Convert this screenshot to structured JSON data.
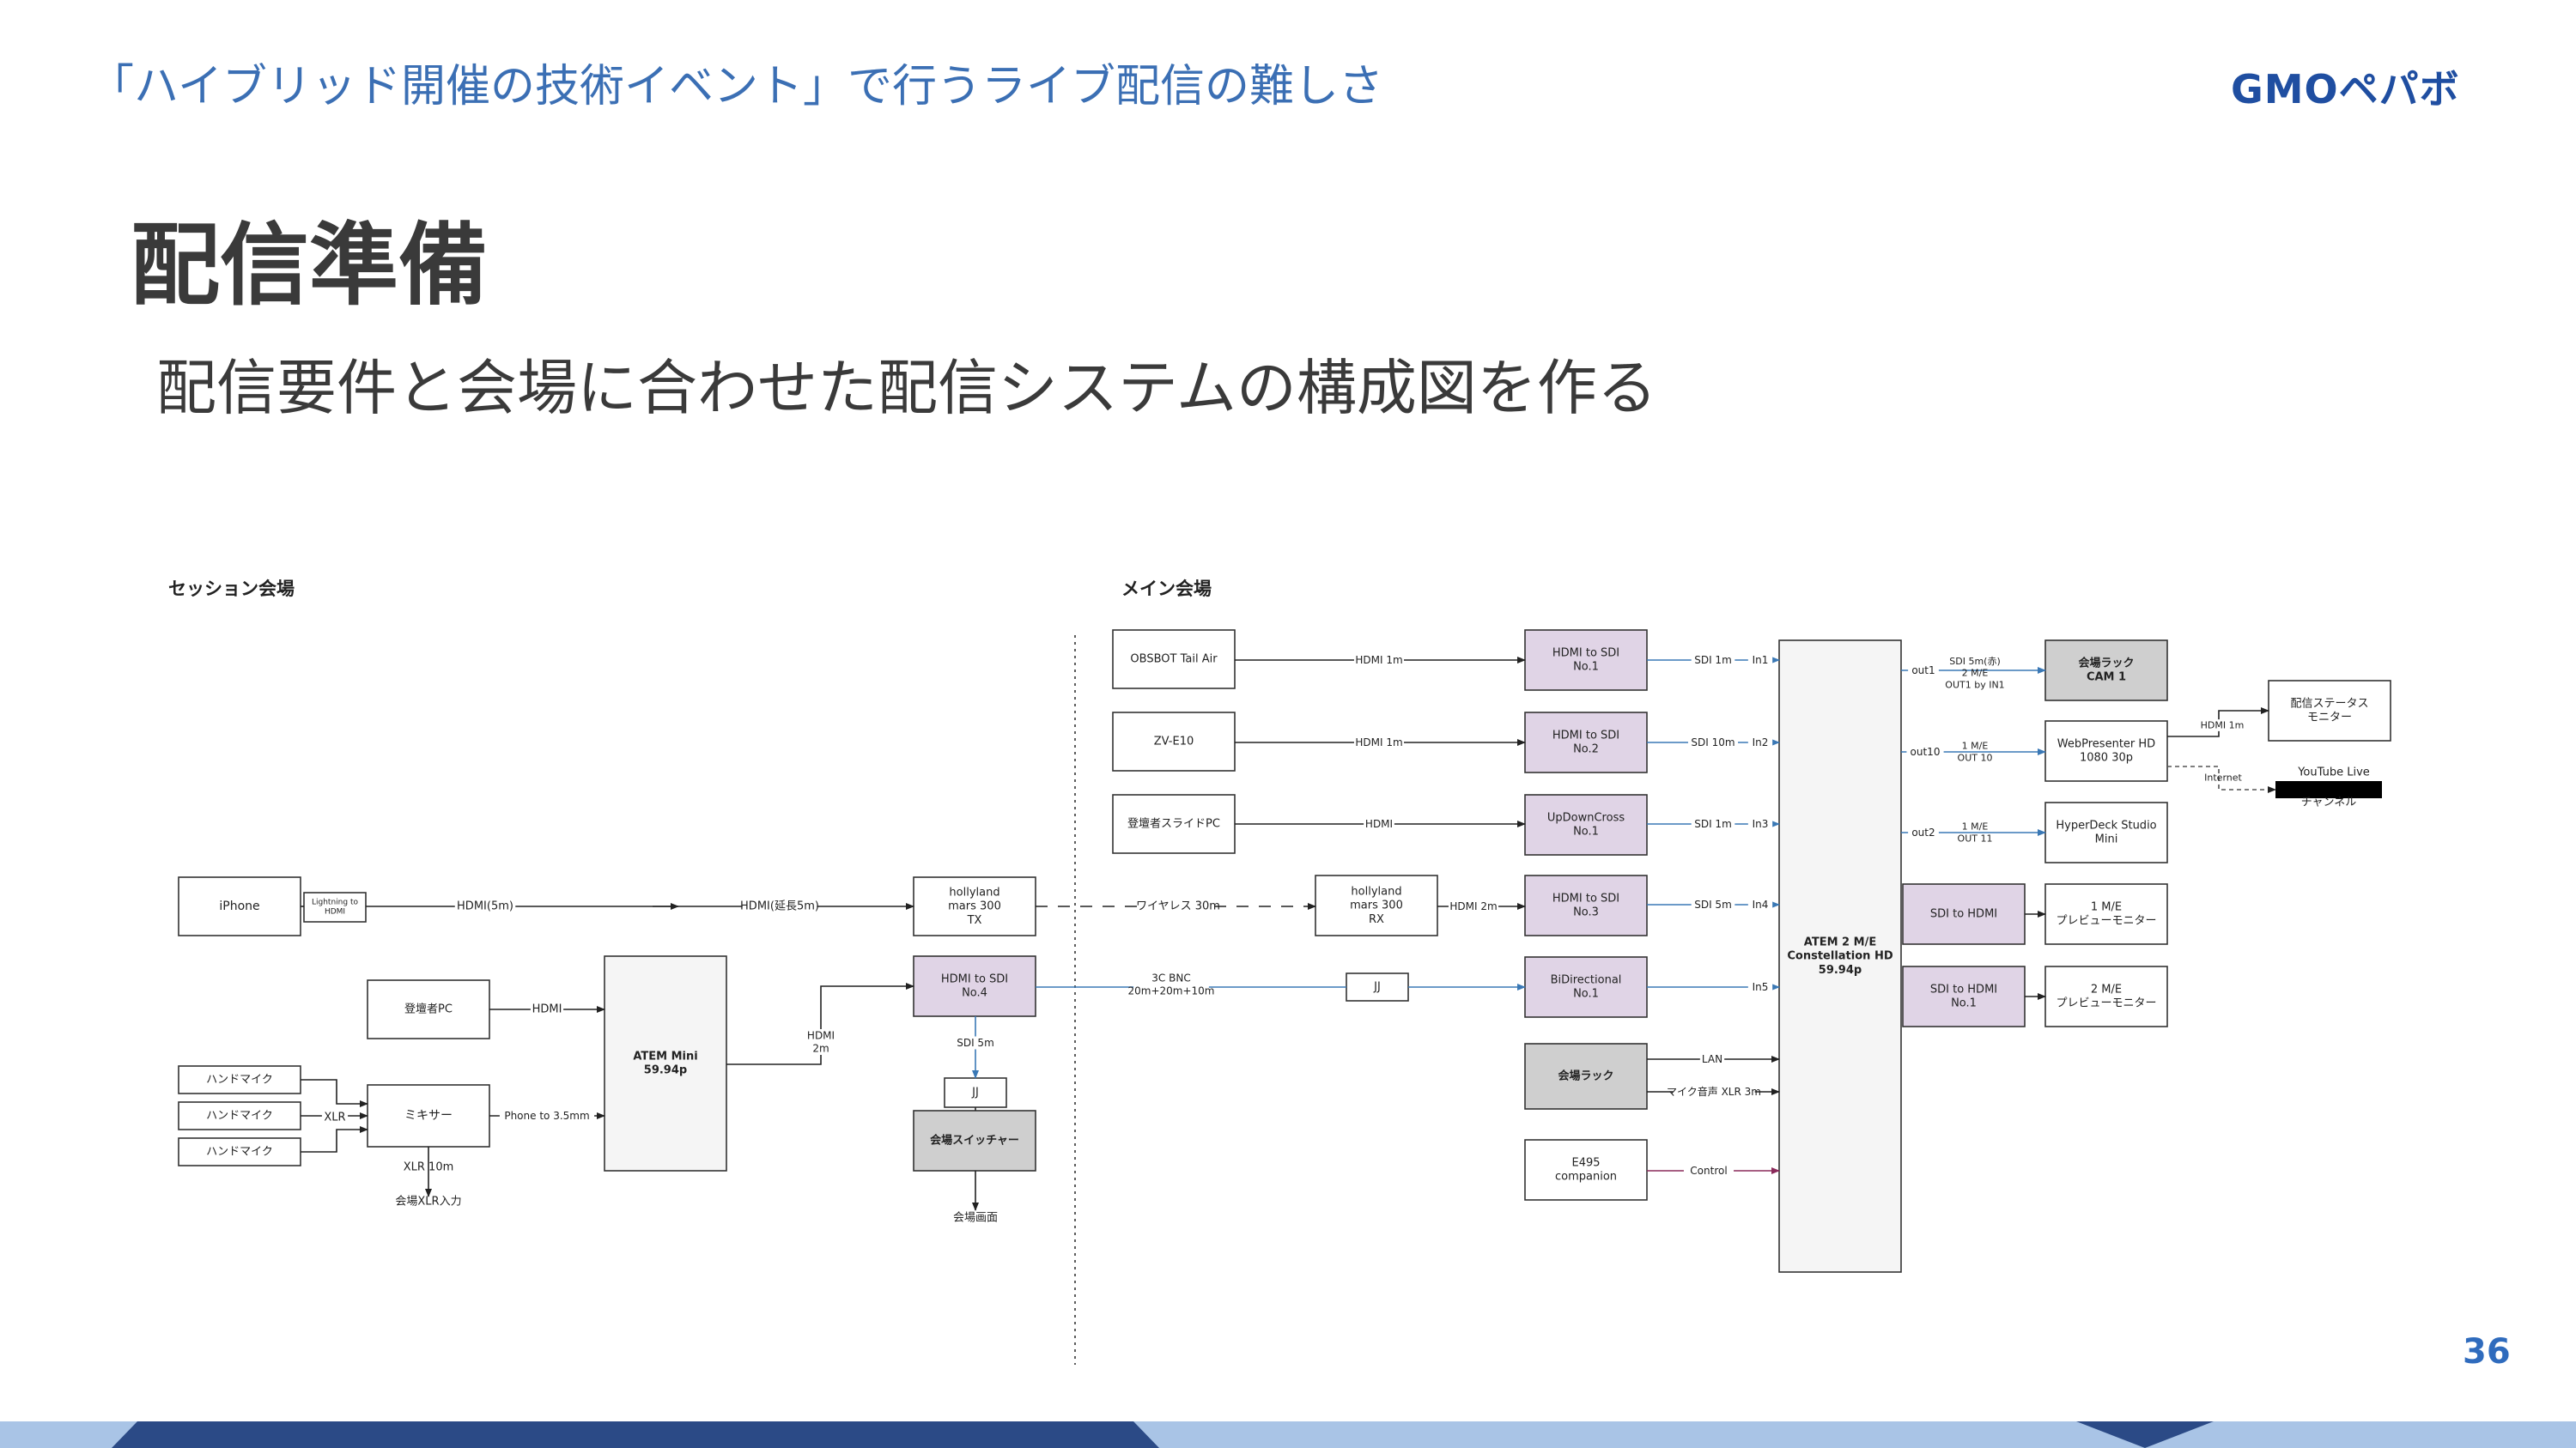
{
  "header": {
    "title": "「ハイブリッド開催の技術イベント」で行うライブ配信の難しさ",
    "logo": "GMOペパボ"
  },
  "slide": {
    "title": "配信準備",
    "subtitle": "配信要件と会場に合わせた配信システムの構成図を作る",
    "page_number": "36"
  },
  "colors": {
    "header_blue": "#3b6fb4",
    "purple_box": "#e0d4e6",
    "gray_box": "#cfcfcf",
    "light_box": "#f5f5f5",
    "sdi_line": "#3a78b5",
    "control_line": "#8a2a5a",
    "footer_light": "#a9c4e6",
    "footer_dark": "#2b4a86"
  },
  "diagram": {
    "session_area_label": "セッション会場",
    "main_area_label": "メイン会場",
    "nodes": {
      "iphone": "iPhone",
      "lightning": [
        "Lightning to",
        "HDMI"
      ],
      "speaker_pc": "登壇者PC",
      "hand_mic_1": "ハンドマイク",
      "hand_mic_2": "ハンドマイク",
      "hand_mic_3": "ハンドマイク",
      "mixer": "ミキサー",
      "atem_mini": [
        "ATEM Mini",
        "59.94p"
      ],
      "hollyland_tx": [
        "hollyland",
        "mars 300",
        "TX"
      ],
      "hdmi_sdi_4": [
        "HDMI to SDI",
        "No.4"
      ],
      "jj_session": "JJ",
      "venue_switcher": "会場スイッチャー",
      "obsbot": "OBSBOT Tail Air",
      "zv_e10": "ZV-E10",
      "speaker_slide_pc": "登壇者スライドPC",
      "hollyland_rx": [
        "hollyland",
        "mars 300",
        "RX"
      ],
      "jj_main": "JJ",
      "hdmi_sdi_1": [
        "HDMI to SDI",
        "No.1"
      ],
      "hdmi_sdi_2": [
        "HDMI to SDI",
        "No.2"
      ],
      "updowncross": [
        "UpDownCross",
        "No.1"
      ],
      "hdmi_sdi_3": [
        "HDMI to SDI",
        "No.3"
      ],
      "bidirectional": [
        "BiDirectional",
        "No.1"
      ],
      "venue_rack": "会場ラック",
      "e495": [
        "E495",
        "companion"
      ],
      "atem_2me": [
        "ATEM 2 M/E",
        "Constellation HD",
        "59.94p"
      ],
      "rack_cam1": [
        "会場ラック",
        "CAM 1"
      ],
      "webpresenter": [
        "WebPresenter HD",
        "1080 30p"
      ],
      "hyperdeck": [
        "HyperDeck Studio",
        "Mini"
      ],
      "sdi_hdmi_a": "SDI to HDMI",
      "sdi_hdmi_b": [
        "SDI to HDMI",
        "No.1"
      ],
      "preview_1me": [
        "1 M/E",
        "プレビューモニター"
      ],
      "preview_2me": [
        "2 M/E",
        "プレビューモニター"
      ],
      "status_monitor": [
        "配信ステータス",
        "モニター"
      ],
      "youtube": [
        "YouTube Live",
        "チャンネル"
      ]
    },
    "edges": {
      "hdmi_5m": "HDMI(5m)",
      "hdmi_ext_5m": "HDMI(延長5m)",
      "hdmi": "HDMI",
      "xlr": "XLR",
      "phone_35": "Phone to 3.5mm",
      "xlr_10m": "XLR 10m",
      "venue_xlr_in": "会場XLR入力",
      "hdmi_2m_a": [
        "HDMI",
        "2m"
      ],
      "sdi_5m": "SDI 5m",
      "venue_screen": "会場画面",
      "wireless": "ワイヤレス 30m",
      "hdmi_2m_b": "HDMI 2m",
      "bnc": [
        "3C BNC",
        "20m+20m+10m"
      ],
      "hdmi_1m_a": "HDMI 1m",
      "hdmi_1m_b": "HDMI 1m",
      "hdmi_plain": "HDMI",
      "sdi_1m_a": "SDI 1m",
      "sdi_10m": "SDI 10m",
      "sdi_1m_b": "SDI 1m",
      "sdi_5m_b": "SDI 5m",
      "in1": "In1",
      "in2": "In2",
      "in3": "In3",
      "in4": "In4",
      "in5": "In5",
      "lan": "LAN",
      "mic_audio": "マイク音声 XLR 3m",
      "control": "Control",
      "out1": "out1",
      "out10": "out10",
      "out2": "out2",
      "sdi_5m_red": [
        "SDI 5m(赤)",
        "2 M/E",
        "OUT1 by IN1"
      ],
      "me1_out10": [
        "1 M/E",
        "OUT 10"
      ],
      "me1_out11": [
        "1 M/E",
        "OUT 11"
      ],
      "hdmi_1m_c": "HDMI 1m",
      "internet": "Internet"
    }
  }
}
